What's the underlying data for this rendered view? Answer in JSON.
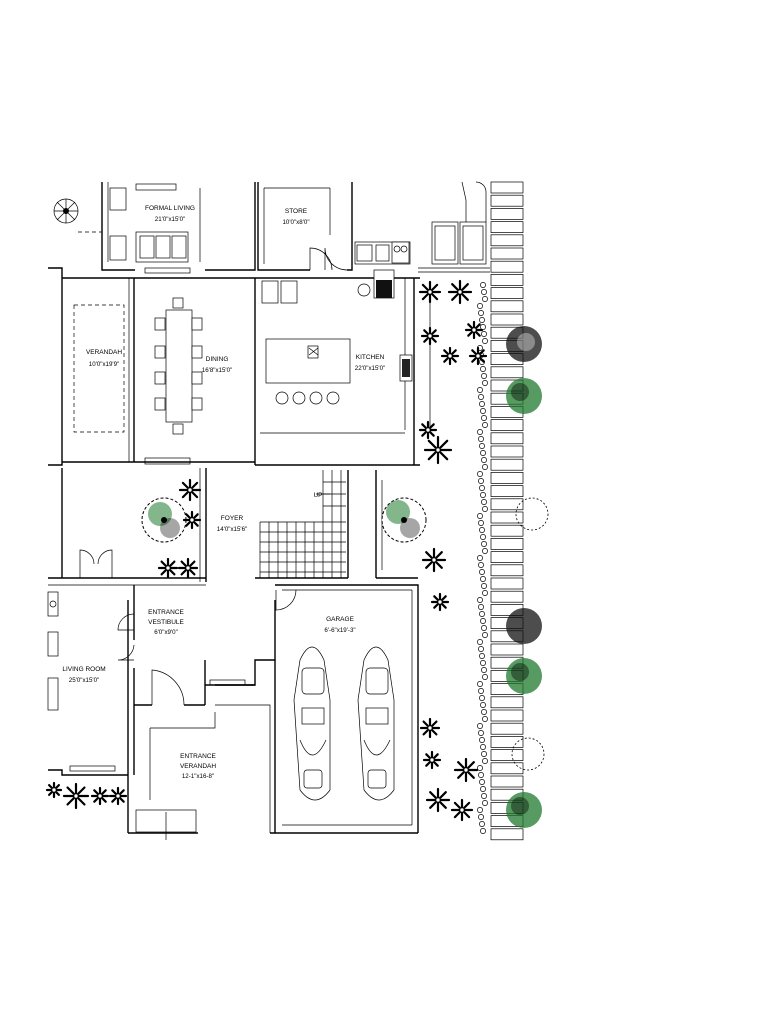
{
  "rooms": {
    "formal_living": {
      "name": "FORMAL  LIVING",
      "dim": "21'0\"x15'0\""
    },
    "store": {
      "name": "STORE",
      "dim": "10'0\"x8'0\""
    },
    "verandah": {
      "name": "VERANDAH",
      "dim": "10'0\"x19'9\""
    },
    "dining": {
      "name": "DINING",
      "dim": "16'8\"x15'0\""
    },
    "kitchen": {
      "name": "KITCHEN",
      "dim": "22'0\"x15'0\""
    },
    "foyer": {
      "name": "FOYER",
      "dim": "14'0\"x15'6\""
    },
    "entrance_vestibule": {
      "name": "ENTRANCE",
      "name2": "VESTIBULE",
      "dim": "6'0\"x9'0\""
    },
    "garage": {
      "name": "GARAGE",
      "dim": "6'-6\"x19'-3\""
    },
    "living_room": {
      "name": "LIVING ROOM",
      "dim": "25'0\"x15'0\""
    },
    "entrance_verandah": {
      "name": "ENTRANCE",
      "name2": "VERANDAH",
      "dim": "12-1\"x16-8\""
    }
  },
  "stair_label": "UP",
  "colors": {
    "line": "#000000",
    "tree_green": "#1f7a2e",
    "background": "#ffffff"
  },
  "icons": [
    "tree-icon",
    "palm-icon",
    "car-icon",
    "dining-table-icon",
    "sofa-icon",
    "sink-icon",
    "stove-icon"
  ]
}
